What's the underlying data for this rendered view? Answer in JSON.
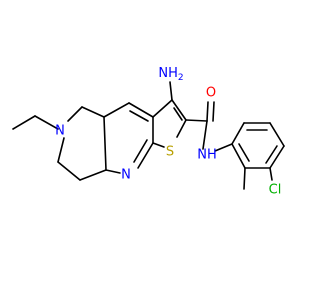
{
  "colors": {
    "bond": "#000000",
    "nitrogen": "#0000ff",
    "oxygen": "#ff0000",
    "sulfur": "#b8a000",
    "chlorine": "#00b000",
    "background": "#ffffff"
  },
  "labels": {
    "amino": "NH",
    "amino_sub": "2",
    "amide_oxygen": "O",
    "amide_nh": "NH",
    "ring_nitrogen": "N",
    "pyridine_nitrogen": "N",
    "sulfur": "S",
    "chlorine": "Cl"
  }
}
